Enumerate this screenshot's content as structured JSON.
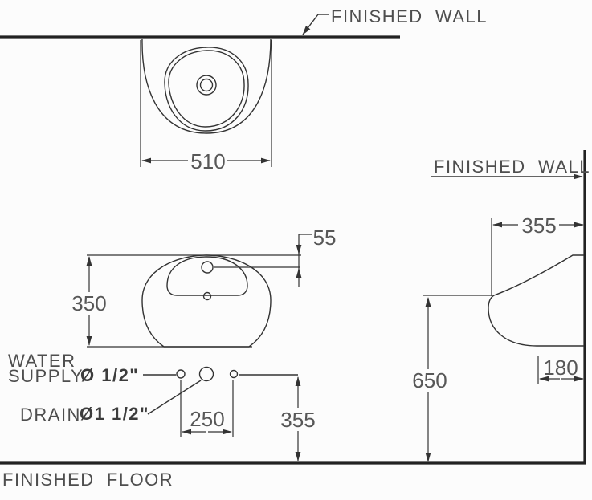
{
  "diagram": {
    "type": "wash-basin installation drawing, three views (plan, front, side)",
    "labels": {
      "finished_wall_top": "FINISHED  WALL",
      "finished_wall_side": "FINISHED  WALL",
      "finished_floor": "FINISHED  FLOOR",
      "water_supply_line1": "WATER",
      "water_supply_line2": "SUPPLY",
      "water_supply_size": "Ø 1/2\"",
      "drain": "DRAIN",
      "drain_size": "Ø1 1/2\""
    },
    "dimensions_mm": {
      "basin_width_plan": "510",
      "basin_height_front": "350",
      "faucet_drop_front": "55",
      "supply_hole_spacing": "250",
      "supply_height_above_floor": "355",
      "basin_depth_from_wall": "355",
      "drain_offset_from_wall": "180",
      "underside_height_above_floor": "650"
    },
    "colors": {
      "thin_line": "#333333",
      "heavy_line": "#222222",
      "text": "#4e4e4e",
      "background": "#fcfcfc"
    }
  }
}
